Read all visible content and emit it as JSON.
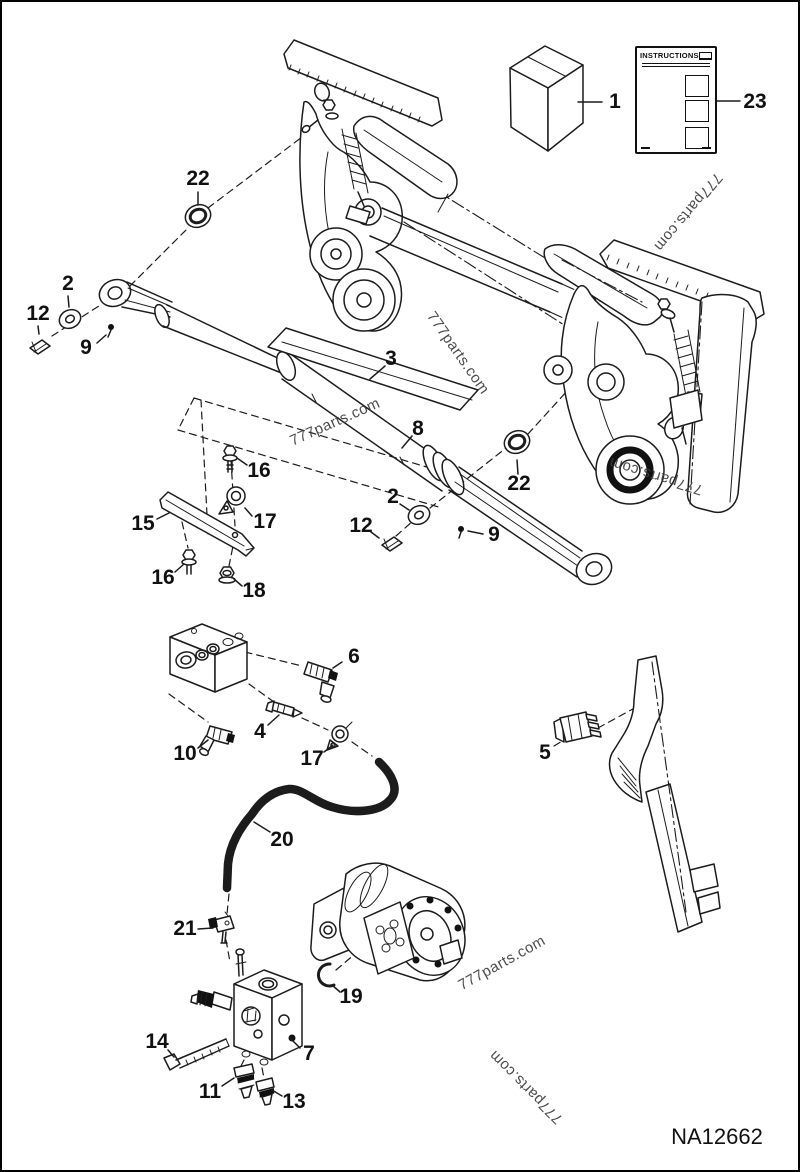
{
  "page": {
    "drawing_number": "NA12662",
    "watermark_text": "777parts.com",
    "paper_color": "#ffffff",
    "ink_color": "#1c1c1c"
  },
  "kit": {
    "instructions_label": "INSTRUCTIONS"
  },
  "callouts": [
    "1",
    "23",
    "22",
    "2",
    "12",
    "9",
    "3",
    "8",
    "16",
    "15",
    "17",
    "16",
    "18",
    "2",
    "12",
    "9",
    "22",
    "6",
    "4",
    "10",
    "17",
    "5",
    "20",
    "21",
    "19",
    "7",
    "14",
    "11",
    "13"
  ]
}
